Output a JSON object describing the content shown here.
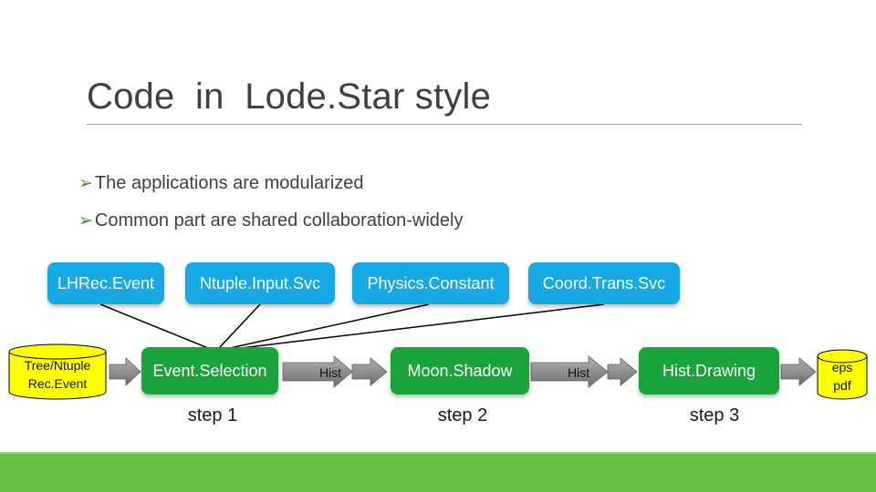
{
  "title": "Code  in  Lode.Star style",
  "bullets": [
    "The applications are modularized",
    "Common part are shared collaboration-widely"
  ],
  "services": [
    "LHRec.Event",
    "Ntuple.Input.Svc",
    "Physics.Constant",
    "Coord.Trans.Svc"
  ],
  "input_store": {
    "line1": "Tree/Ntuple",
    "line2": "Rec.Event"
  },
  "steps": [
    {
      "box": "Event.Selection",
      "label": "step 1"
    },
    {
      "box": "Moon.Shadow",
      "label": "step 2"
    },
    {
      "box": "Hist.Drawing",
      "label": "step 3"
    }
  ],
  "intermediates": [
    "Hist",
    "Hist"
  ],
  "output_store": {
    "line1": "eps",
    "line2": "pdf"
  },
  "colors": {
    "service_box": "#17a9e6",
    "step_box": "#1aa33a",
    "cylinder": "#ffff00",
    "arrow": "#7f7f7f",
    "footer": "#6abf45"
  },
  "icons": {
    "bullet": "arrow-bullet-icon"
  }
}
